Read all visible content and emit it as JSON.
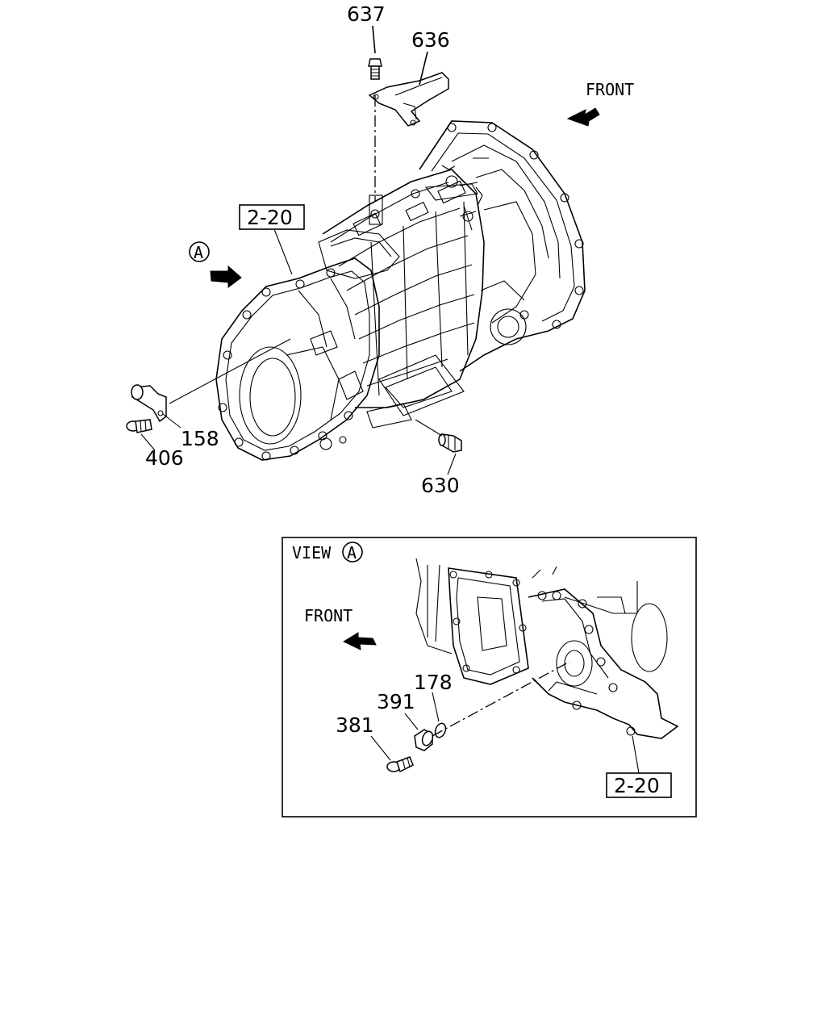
{
  "callouts": {
    "c637": "637",
    "c636": "636",
    "c158": "158",
    "c406": "406",
    "c630": "630",
    "c178": "178",
    "c391": "391",
    "c381": "381"
  },
  "refs": {
    "main": "2-20",
    "inset": "2-20"
  },
  "front_labels": {
    "main": "FRONT",
    "inset": "FRONT"
  },
  "view_marker": "A",
  "inset_view_label": "VIEW",
  "inset_view_marker": "A",
  "colors": {
    "ink": "#000000",
    "paper": "#ffffff"
  }
}
